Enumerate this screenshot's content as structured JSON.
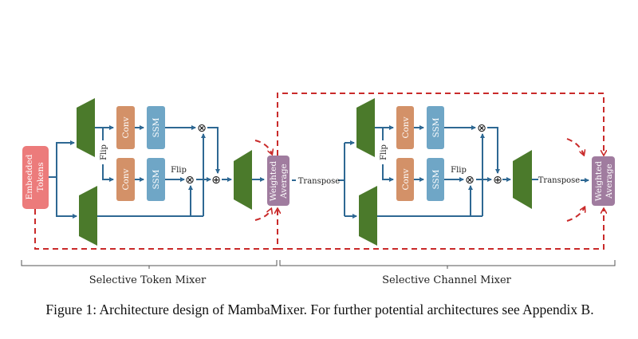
{
  "figure": {
    "caption": "Figure 1: Architecture design of MambaMixer. For further potential architectures see Appendix B.",
    "colors": {
      "embedded": "#ec7b7b",
      "conv": "#d39168",
      "ssm": "#6fa6c6",
      "projection": "#4b7a2b",
      "weighted": "#a07c9f",
      "arrow": "#2e6893",
      "residual": "#c92a2a",
      "brace": "#555555"
    },
    "input_block": {
      "line1": "Embedded",
      "line2": "Tokens"
    },
    "token_mixer": {
      "label": "Selective Token Mixer",
      "conv_top": "Conv",
      "ssm_top": "SSM",
      "conv_bottom": "Conv",
      "ssm_bottom": "SSM",
      "flip_vertical": "Flip",
      "flip_horizontal": "Flip",
      "multiply_symbol": "⊗",
      "add_symbol": "⊕",
      "weighted_line1": "Weighted",
      "weighted_line2": "Average"
    },
    "transpose_1": "Transpose",
    "channel_mixer": {
      "label": "Selective Channel Mixer",
      "conv_top": "Conv",
      "ssm_top": "SSM",
      "conv_bottom": "Conv",
      "ssm_bottom": "SSM",
      "flip_vertical": "Flip",
      "flip_horizontal": "Flip",
      "multiply_symbol": "⊗",
      "add_symbol": "⊕",
      "weighted_line1": "Weighted",
      "weighted_line2": "Average"
    },
    "transpose_2": "Transpose"
  }
}
